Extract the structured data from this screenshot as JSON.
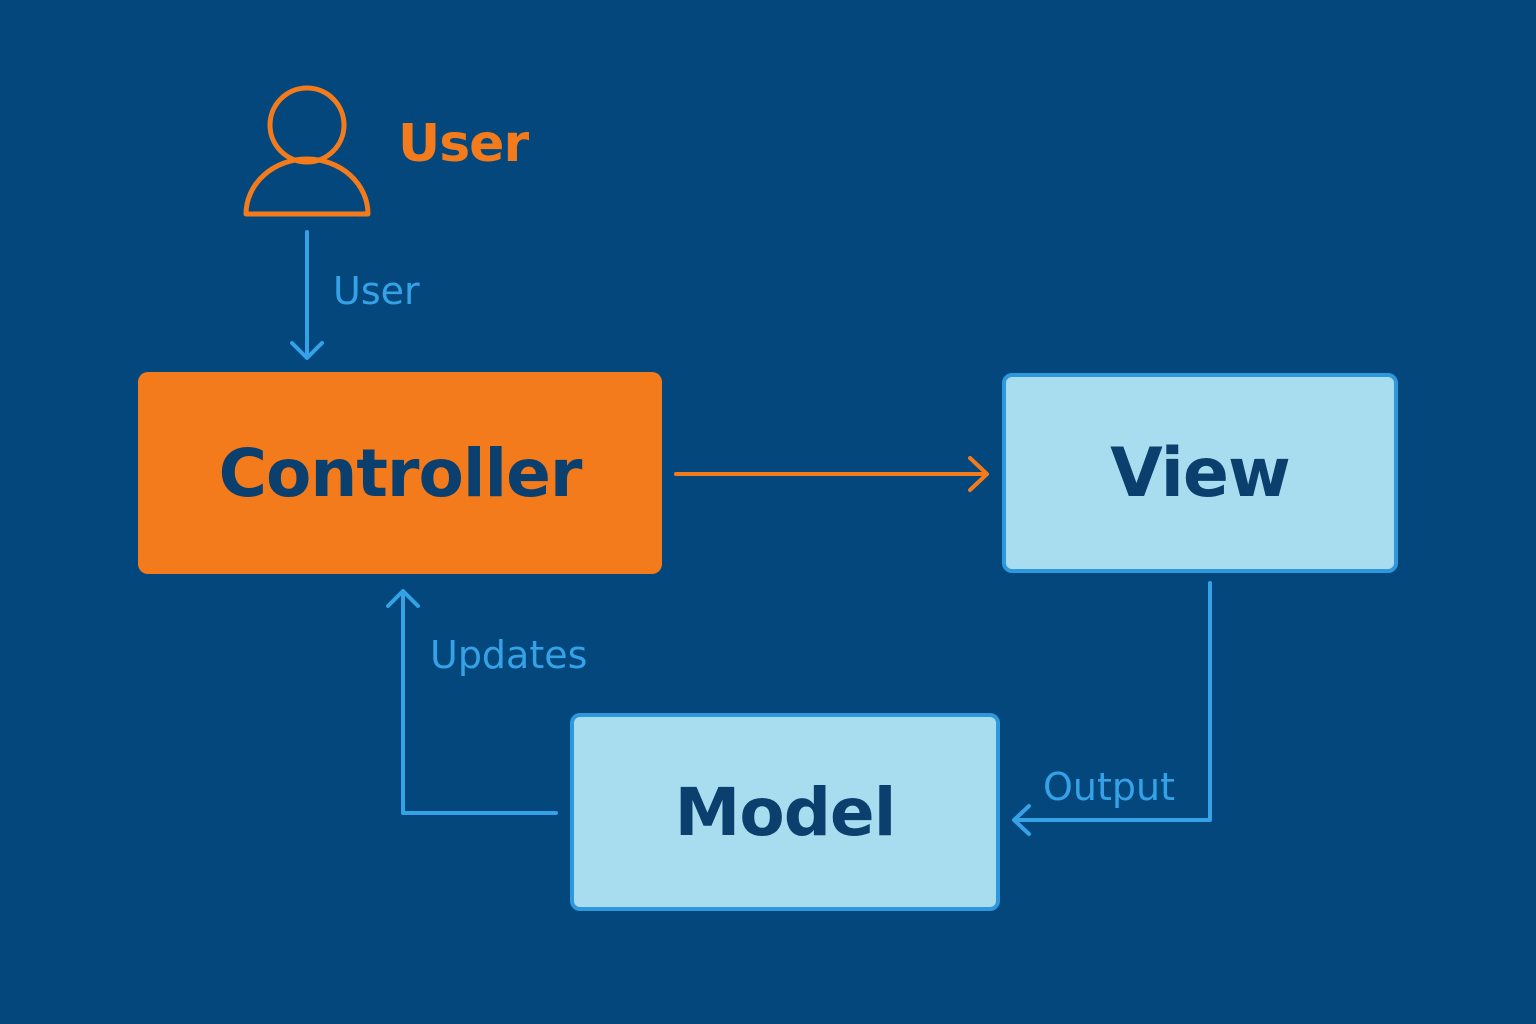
{
  "colors": {
    "background": "#03477c",
    "controller_fill": "#f47b1b",
    "box_fill": "#a8dcef",
    "box_border": "#2f97dc",
    "box_text": "#0b3f6e",
    "user_accent": "#f47b1b",
    "edge_blue": "#35a1e6"
  },
  "actor": {
    "icon": "user-icon",
    "label": "User"
  },
  "nodes": {
    "controller": "Controller",
    "view": "View",
    "model": "Model"
  },
  "edges": [
    {
      "from": "User",
      "to": "Controller",
      "label": "User"
    },
    {
      "from": "Controller",
      "to": "View",
      "label": ""
    },
    {
      "from": "View",
      "to": "Model",
      "label": "Output"
    },
    {
      "from": "Model",
      "to": "Controller",
      "label": "Updates"
    }
  ]
}
